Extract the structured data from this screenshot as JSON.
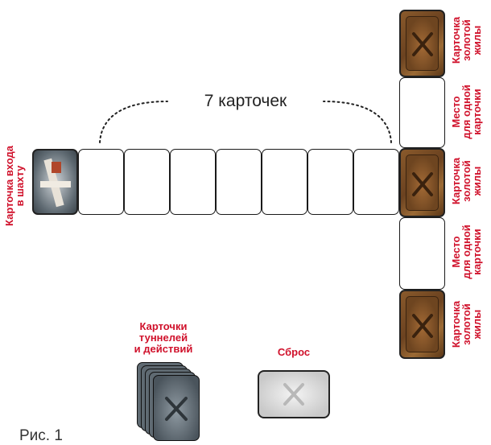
{
  "brace_label": "7 карточек",
  "entry_label": [
    "Карточка входа",
    "в шахту"
  ],
  "gold_label": [
    "Карточка",
    "золотой",
    "жилы"
  ],
  "slot_label": [
    "Место",
    "для одной",
    "карточки"
  ],
  "tunnel_label": [
    "Карточки",
    "туннелей",
    "и действий"
  ],
  "discard_label": "Сброс",
  "caption": "Рис. 1",
  "colors": {
    "label_red": "#d0112b",
    "gold_card": "#7a4c24",
    "entry_card": "#5f6a72"
  },
  "icons": [
    "pickaxe-hammer-icon"
  ]
}
